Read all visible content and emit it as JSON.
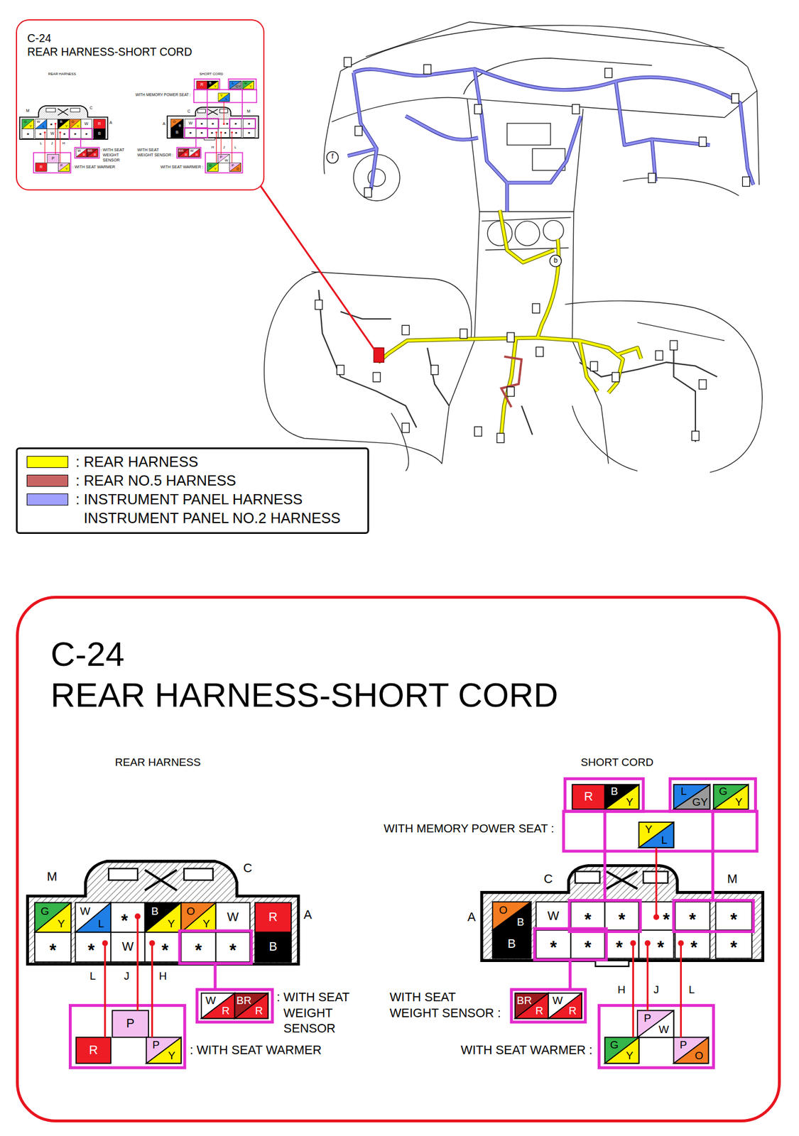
{
  "diagram": {
    "nodes": [
      {
        "text": [
          "C-24",
          "REAR HARNESS-SHORT CORD"
        ]
      },
      {
        "text": [
          "C-24",
          "REAR HARNESS-SHORT CORD"
        ]
      }
    ],
    "labels": [
      "f",
      "b",
      "REAR HARNESS",
      "SHORT CORD",
      "WITH MEMORY POWER SEAT :",
      "R",
      "B",
      "Y",
      "L",
      "GY",
      "G",
      "Y",
      "Y",
      "L",
      "M",
      "C",
      "A",
      "G",
      "Y",
      "W",
      "L",
      "*",
      "B",
      "Y",
      "O",
      "Y",
      "W",
      "R",
      "*",
      "*",
      "W",
      "*",
      "*",
      "*",
      "B",
      "L",
      "J",
      "H",
      ": WITH SEAT WEIGHT SENSOR",
      "W",
      "R",
      "BR",
      "R",
      "P",
      "R",
      "P",
      "Y",
      ": WITH SEAT WARMER",
      "A",
      "C",
      "M",
      "O",
      "B",
      "W",
      "*",
      "*",
      "*",
      "*",
      "*",
      "B",
      "*",
      "*",
      "*",
      "*",
      "*",
      "*",
      "H",
      "J",
      "L",
      "WITH SEAT WEIGHT SENSOR :",
      "BR",
      "R",
      "W",
      "R",
      "WITH SEAT WARMER :",
      "P",
      "W",
      "G",
      "Y",
      "P",
      "O",
      "REAR HARNESS",
      "SHORT CORD",
      "WITH MEMORY POWER SEAT :",
      "R",
      "B",
      "Y",
      "L",
      "GY",
      "G",
      "Y",
      "Y",
      "L",
      "M",
      "C",
      "A",
      "G",
      "Y",
      "W",
      "L",
      "*",
      "B",
      "Y",
      "O",
      "Y",
      "W",
      "R",
      "*",
      "*",
      "W",
      "*",
      "*",
      "*",
      "B",
      "L",
      "J",
      "H",
      ": WITH SEAT WEIGHT SENSOR",
      "W",
      "R",
      "BR",
      "R",
      "P",
      "R",
      "P",
      "Y",
      ": WITH SEAT WARMER",
      "A",
      "C",
      "M",
      "O",
      "B",
      "W",
      "*",
      "*",
      "*",
      "*",
      "*",
      "B",
      "*",
      "*",
      "*",
      "*",
      "*",
      "*",
      "H",
      "J",
      "L",
      "WITH SEAT WEIGHT SENSOR :",
      "BR",
      "R",
      "W",
      "R",
      "WITH SEAT WARMER :",
      "P",
      "W",
      "G",
      "Y",
      "P",
      "O"
    ],
    "legend": [
      {
        "text": ": REAR HARNESS",
        "color": "#ffff00"
      },
      {
        "text": ": REAR NO.5 HARNESS",
        "color": "#c86464"
      },
      {
        "text": ": INSTRUMENT PANEL HARNESS INSTRUMENT PANEL NO.2 HARNESS",
        "color": "#a0a0ff"
      }
    ]
  }
}
